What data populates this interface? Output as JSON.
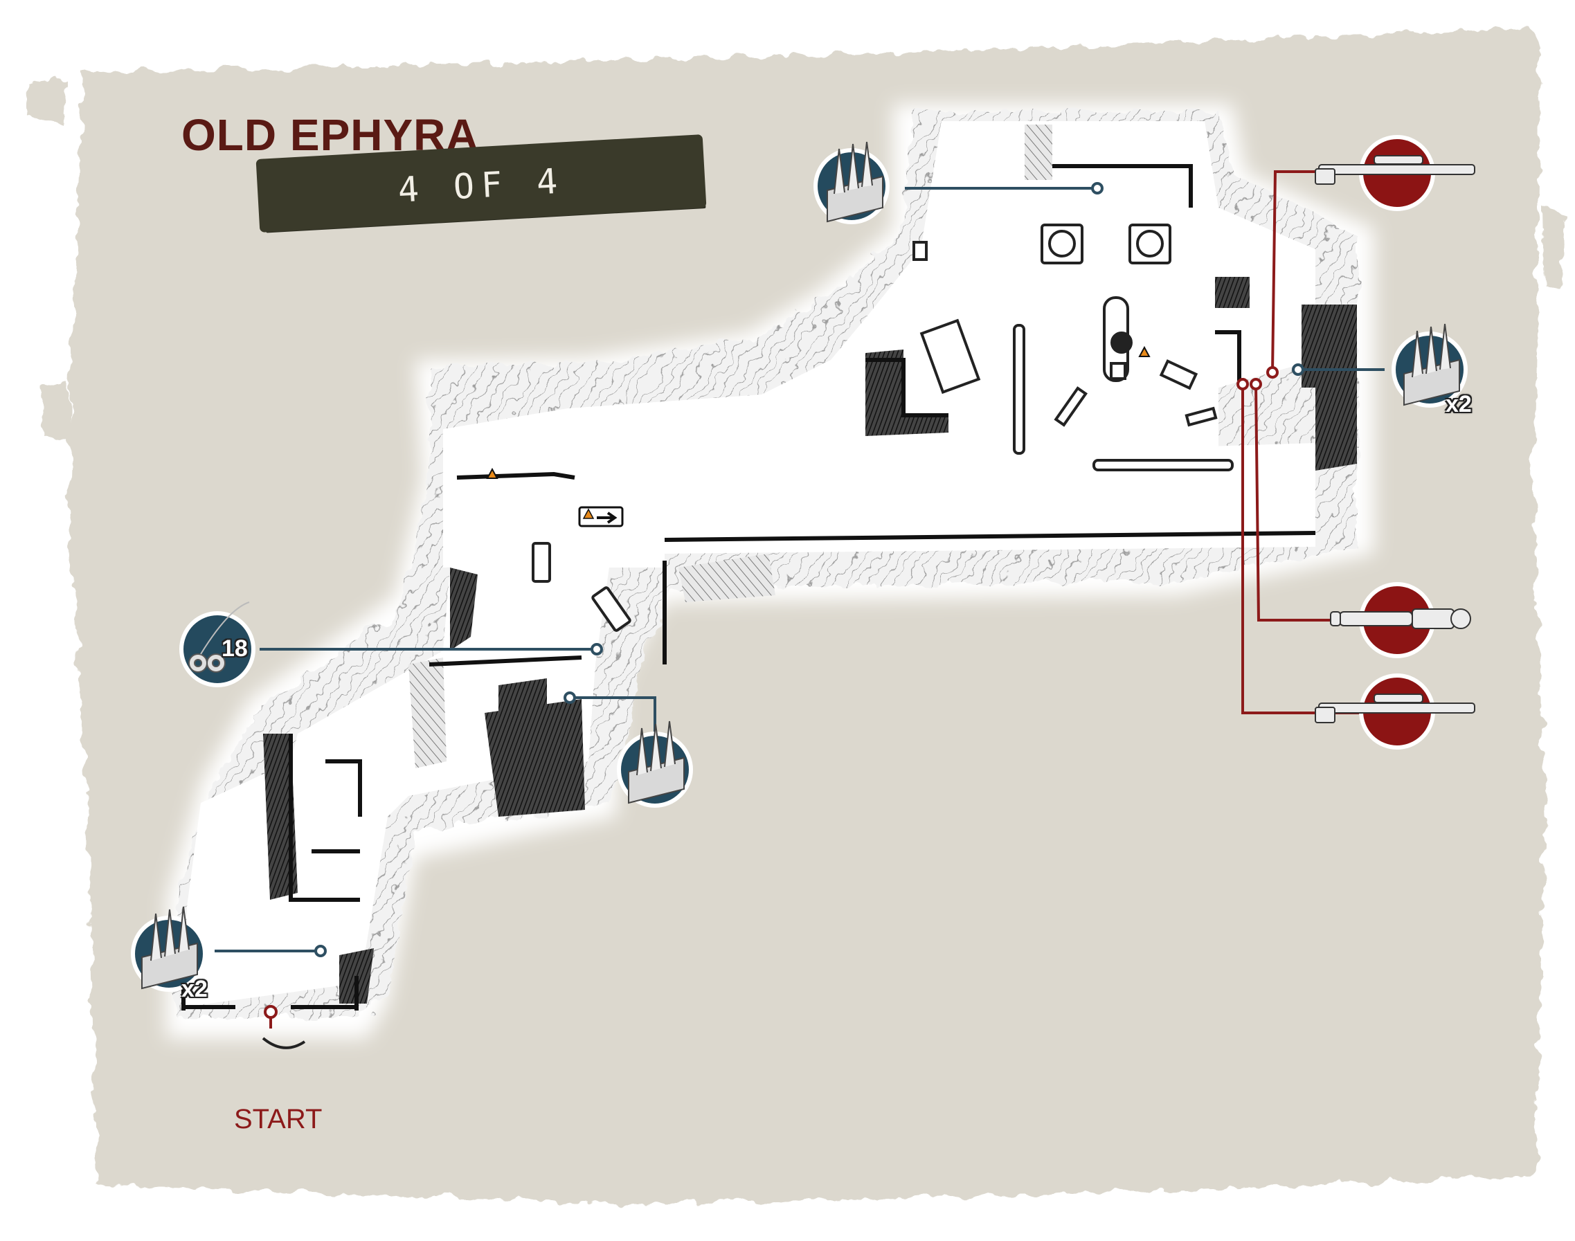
{
  "map": {
    "title": "OLD EPHYRA",
    "page": "4 OF 4",
    "start_label": "START"
  },
  "colors": {
    "paper": "#dcd8ce",
    "title": "#5a1a14",
    "banner": "#3a3a2a",
    "ammo_marker": "#244a5e",
    "weapon_marker": "#8c1414",
    "route_red": "#8c1a1a",
    "leader_blue": "#2e4f62"
  },
  "markers": {
    "ammo_top": {
      "icon": "ammo-crate-icon",
      "multiplier": ""
    },
    "ammo_right": {
      "icon": "ammo-crate-icon",
      "multiplier": "x2"
    },
    "ammo_middle": {
      "icon": "ammo-crate-icon",
      "multiplier": ""
    },
    "ammo_bottom_left": {
      "icon": "ammo-crate-icon",
      "multiplier": "x2"
    },
    "cog_tags": {
      "icon": "cog-tags-icon",
      "count": "18"
    },
    "weapon_1": {
      "icon": "sniper-rifle-icon"
    },
    "weapon_2": {
      "icon": "chainsaw-icon"
    },
    "weapon_3": {
      "icon": "sniper-rifle-icon"
    }
  },
  "hazards": {
    "icon": "warning-triangle-icon",
    "count": 3
  }
}
